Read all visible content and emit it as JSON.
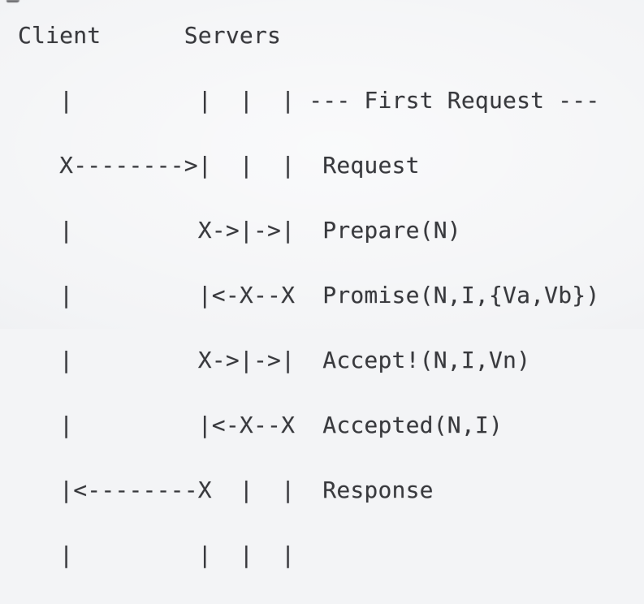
{
  "diagram": {
    "title": "Basic Paxos message flow (ASCII sequence diagram)",
    "colors": {
      "background": "#f3f4f6",
      "text": "#38393d"
    },
    "rows": [
      {
        "id": "header",
        "text": "Client      Servers"
      },
      {
        "id": "first-request-banner",
        "text": "   |         |  |  | --- First Request ---"
      },
      {
        "id": "request",
        "text": "   X-------->|  |  |  Request"
      },
      {
        "id": "prepare",
        "text": "   |         X->|->|  Prepare(N)"
      },
      {
        "id": "promise",
        "text": "   |         |<-X--X  Promise(N,I,{Va,Vb})"
      },
      {
        "id": "accept",
        "text": "   |         X->|->|  Accept!(N,I,Vn)"
      },
      {
        "id": "accepted",
        "text": "   |         |<-X--X  Accepted(N,I)"
      },
      {
        "id": "response",
        "text": "   |<--------X  |  |  Response"
      },
      {
        "id": "footer-lifelines",
        "text": "   |         |  |  |"
      }
    ]
  }
}
